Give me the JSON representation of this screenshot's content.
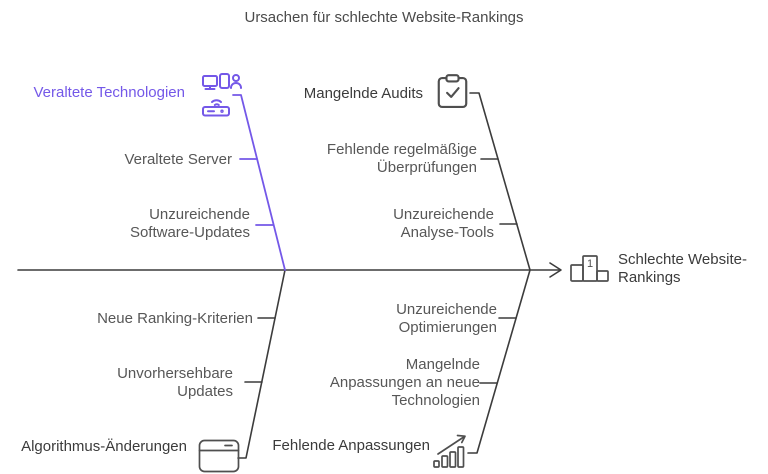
{
  "title": "Ursachen für schlechte Website-Rankings",
  "colors": {
    "accent_purple": "#7458e8",
    "line_dark": "#3c3c3c",
    "text_main": "#3b3b3b",
    "text_sub": "#575757"
  },
  "branches": {
    "top_left": {
      "label": "Veraltete Technologien",
      "icon": "devices-icon",
      "items": [
        "Veraltete Server",
        "Unzureichende\nSoftware-Updates"
      ]
    },
    "top_right": {
      "label": "Mangelnde Audits",
      "icon": "clipboard-check-icon",
      "items": [
        "Fehlende regelmäßige\nÜberprüfungen",
        "Unzureichende\nAnalyse-Tools"
      ]
    },
    "bottom_left": {
      "label": "Algorithmus-Änderungen",
      "icon": "server-icon",
      "items": [
        "Neue Ranking-Kriterien",
        "Unvorhersehbare\nUpdates"
      ]
    },
    "bottom_right": {
      "label": "Fehlende Anpassungen",
      "icon": "growth-chart-icon",
      "items": [
        "Unzureichende\nOptimierungen",
        "Mangelnde\nAnpassungen an neue\nTechnologien"
      ]
    }
  },
  "effect": {
    "label": "Schlechte Website-\nRankings",
    "icon": "podium-icon",
    "rank_number": "1"
  }
}
